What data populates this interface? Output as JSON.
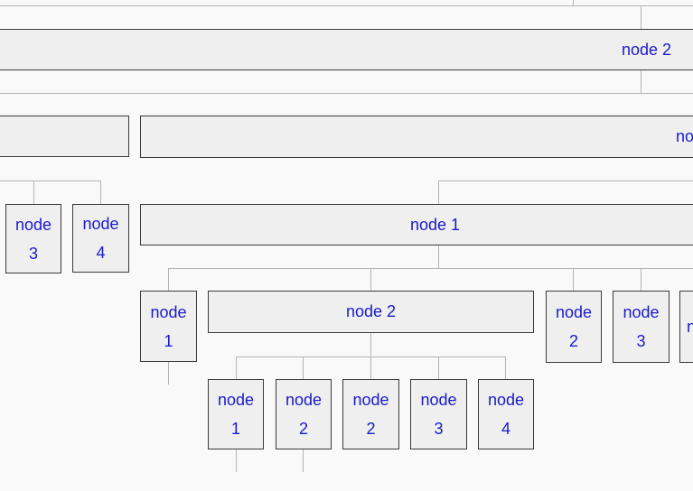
{
  "nodes": {
    "top_node_2": "node 2",
    "mid_right_partial": "no",
    "upper_node_1": "node 1",
    "left_node_3": {
      "w1": "node",
      "w2": "3"
    },
    "left_node_4": {
      "w1": "node",
      "w2": "4"
    },
    "child_node_1": {
      "w1": "node",
      "w2": "1"
    },
    "child_node_2": "node 2",
    "child_node_2b": {
      "w1": "node",
      "w2": "2"
    },
    "child_node_3": {
      "w1": "node",
      "w2": "3"
    },
    "right_partial": "n",
    "grand_node_1": {
      "w1": "node",
      "w2": "1"
    },
    "grand_node_2a": {
      "w1": "node",
      "w2": "2"
    },
    "grand_node_2b": {
      "w1": "node",
      "w2": "2"
    },
    "grand_node_3": {
      "w1": "node",
      "w2": "3"
    },
    "grand_node_4": {
      "w1": "node",
      "w2": "4"
    }
  }
}
